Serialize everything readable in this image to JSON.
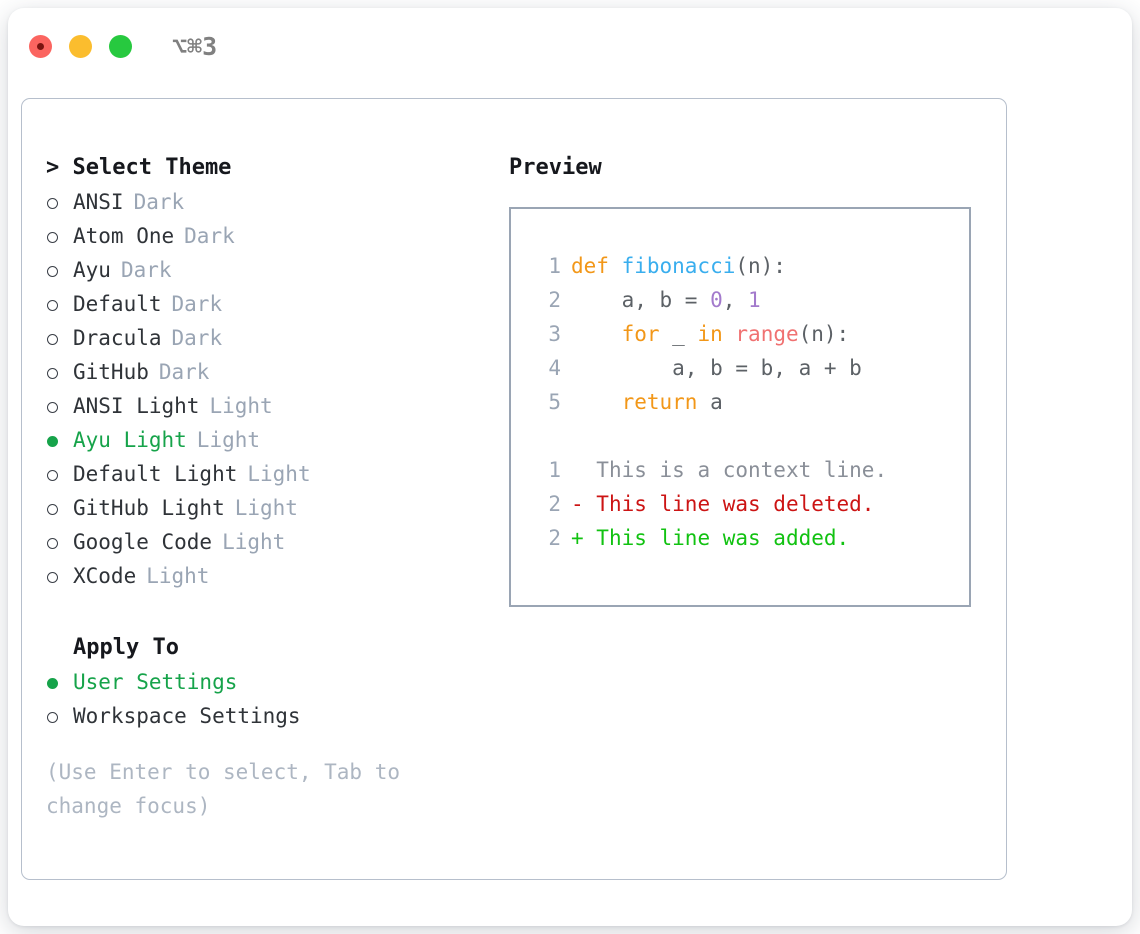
{
  "window": {
    "shortcut_label": "⌥⌘3",
    "traffic_lights": [
      {
        "name": "close",
        "color": "#fb6560"
      },
      {
        "name": "minimize",
        "color": "#fbbd2e"
      },
      {
        "name": "zoom",
        "color": "#27c93f"
      }
    ]
  },
  "theme_section": {
    "title": "> Select Theme",
    "options": [
      {
        "label": "ANSI",
        "tag": "Dark",
        "selected": false
      },
      {
        "label": "Atom One",
        "tag": "Dark",
        "selected": false
      },
      {
        "label": "Ayu",
        "tag": "Dark",
        "selected": false
      },
      {
        "label": "Default",
        "tag": "Dark",
        "selected": false
      },
      {
        "label": "Dracula",
        "tag": "Dark",
        "selected": false
      },
      {
        "label": "GitHub",
        "tag": "Dark",
        "selected": false
      },
      {
        "label": "ANSI Light",
        "tag": "Light",
        "selected": false
      },
      {
        "label": "Ayu Light",
        "tag": "Light",
        "selected": true
      },
      {
        "label": "Default Light",
        "tag": "Light",
        "selected": false
      },
      {
        "label": "GitHub Light",
        "tag": "Light",
        "selected": false
      },
      {
        "label": "Google Code",
        "tag": "Light",
        "selected": false
      },
      {
        "label": "XCode",
        "tag": "Light",
        "selected": false
      }
    ]
  },
  "apply_section": {
    "title": "Apply To",
    "options": [
      {
        "label": "User Settings",
        "selected": true
      },
      {
        "label": "Workspace Settings",
        "selected": false
      }
    ]
  },
  "hint": "(Use Enter to select, Tab to change focus)",
  "preview": {
    "title": "Preview",
    "code_lines": [
      {
        "number": "1",
        "tokens": [
          {
            "text": "def ",
            "type": "kw"
          },
          {
            "text": "fibonacci",
            "type": "fn"
          },
          {
            "text": "(n):",
            "type": "plain"
          }
        ]
      },
      {
        "number": "2",
        "tokens": [
          {
            "text": "    a, b = ",
            "type": "plain"
          },
          {
            "text": "0",
            "type": "num"
          },
          {
            "text": ", ",
            "type": "plain"
          },
          {
            "text": "1",
            "type": "num"
          }
        ]
      },
      {
        "number": "3",
        "tokens": [
          {
            "text": "    ",
            "type": "plain"
          },
          {
            "text": "for",
            "type": "kw"
          },
          {
            "text": " _ ",
            "type": "plain"
          },
          {
            "text": "in",
            "type": "kw"
          },
          {
            "text": " ",
            "type": "plain"
          },
          {
            "text": "range",
            "type": "call"
          },
          {
            "text": "(n):",
            "type": "plain"
          }
        ]
      },
      {
        "number": "4",
        "tokens": [
          {
            "text": "        a, b = b, a + b",
            "type": "plain"
          }
        ]
      },
      {
        "number": "5",
        "tokens": [
          {
            "text": "    ",
            "type": "plain"
          },
          {
            "text": "return",
            "type": "kw"
          },
          {
            "text": " a",
            "type": "plain"
          }
        ]
      }
    ],
    "diff_lines": [
      {
        "number": "1",
        "marker": " ",
        "text": " This is a context line.",
        "type": "context"
      },
      {
        "number": "2",
        "marker": "-",
        "text": " This line was deleted.",
        "type": "deleted"
      },
      {
        "number": "2",
        "marker": "+",
        "text": " This line was added.",
        "type": "added"
      }
    ]
  },
  "colors": {
    "accent_green": "#16a34a",
    "keyword": "#f29718",
    "function": "#39aeee",
    "number": "#a37acc",
    "call": "#f07171",
    "diff_deleted": "#cc1414",
    "diff_added": "#11c211",
    "muted": "#9aa5b4"
  }
}
